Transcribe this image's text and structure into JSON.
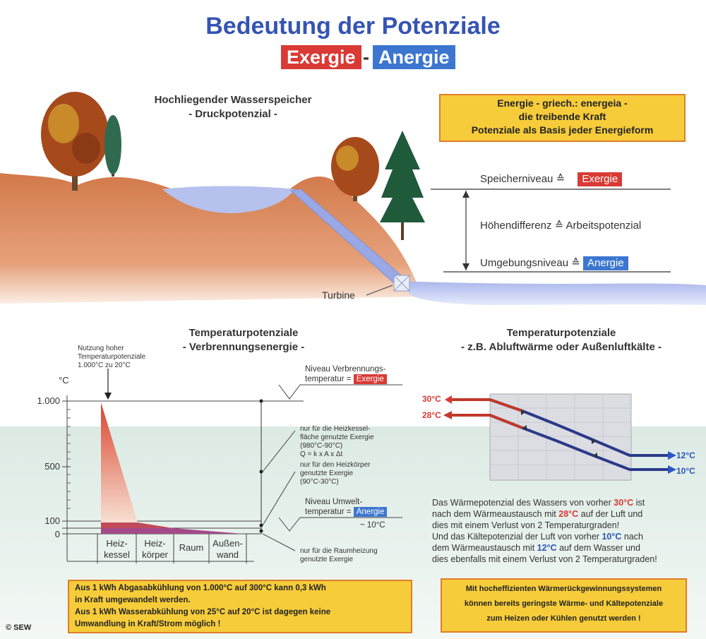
{
  "title": "Bedeutung der Potenziale",
  "tags": {
    "exergie": "Exergie",
    "sep": "-",
    "anergie": "Anergie"
  },
  "top": {
    "heading1": "Hochliegender Wasserspeicher",
    "heading2": "- Druckpotenzial -",
    "box": [
      "Energie - griech.: energeia -",
      "die treibende Kraft",
      "Potenziale als Basis jeder Energieform"
    ],
    "speicher": "Speicherniveau ≙",
    "speicher_badge": "Exergie",
    "hoehe": "Höhendifferenz ≙ Arbeitspotenzial",
    "umgebung": "Umgebungsniveau ≙",
    "umgebung_badge": "Anergie",
    "turbine": "Turbine"
  },
  "left": {
    "heading1": "Temperaturpotenziale",
    "heading2": "- Verbrennungsenergie -",
    "nutzung": [
      "Nutzung hoher",
      "Temperaturpotenziale",
      "1.000°C zu 20°C"
    ],
    "unit": "°C",
    "ticks": [
      "1.000",
      "500",
      "100",
      "0"
    ],
    "niveau_verbr": [
      "Niveau Verbrennungs-",
      "temperatur ="
    ],
    "niveau_verbr_badge": "Exergie",
    "heizkessel_note": [
      "nur für die Heizkessel-",
      "fläche genutzte Exergie",
      "(980°C-90°C)",
      "Q = k x A x Δt"
    ],
    "heizkoerper_note": [
      "nur für den Heizkörper",
      "genutzte Exergie",
      "(90°C-30°C)"
    ],
    "niveau_umwelt": [
      "Niveau Umwelt-",
      "temperatur ="
    ],
    "niveau_umwelt_badge": "Anergie",
    "approx10": "~ 10°C",
    "raum_note": [
      "nur für die Raumheizung",
      "genutzte Exergie"
    ],
    "categories": [
      [
        "Heiz-",
        "kessel"
      ],
      [
        "Heiz-",
        "körper"
      ],
      [
        "Raum"
      ],
      [
        "Außen-",
        "wand"
      ]
    ],
    "box": [
      "Aus 1 kWh Abgasabkühlung von 1.000°C auf 300°C kann 0,3 kWh",
      "in Kraft umgewandelt werden.",
      "Aus 1 kWh Wasserabkühlung von 25°C auf 20°C ist dagegen keine",
      "Umwandlung in Kraft/Strom möglich !"
    ]
  },
  "right": {
    "heading1": "Temperaturpotenziale",
    "heading2": "- z.B. Abluftwärme oder Außenluftkälte -",
    "labels": {
      "t30": "30°C",
      "t28": "28°C",
      "t12": "12°C",
      "t10": "10°C"
    },
    "para": {
      "l1a": "Das Wärmepotenzial des Wassers von vorher ",
      "l1b": "30°C",
      "l1c": " ist",
      "l2a": "nach dem Wärmeaustausch mit ",
      "l2b": "28°C",
      "l2c": " auf der Luft und",
      "l3": "dies mit einem Verlust von 2 Temperaturgraden!",
      "l4a": "Und das Kältepotenzial der Luft von vorher ",
      "l4b": "10°C",
      "l4c": " nach",
      "l5a": "dem Wärmeaustausch mit ",
      "l5b": "12°C",
      "l5c": " auf dem Wasser und",
      "l6": "dies ebenfalls mit einem Verlust von 2 Temperaturgraden!"
    },
    "box": [
      "Mit hocheffizienten Wärmerückgewinnungssystemen",
      "können bereits geringste Wärme- und Kältepotenziale",
      "zum Heizen oder Kühlen genutzt werden !"
    ]
  },
  "copyright": "© SEW",
  "colors": {
    "exergie": "#d93a35",
    "anergie": "#3c76d0",
    "box": "#f6cc3a",
    "hill": "#d4804f",
    "water": "#b8c4ee"
  }
}
